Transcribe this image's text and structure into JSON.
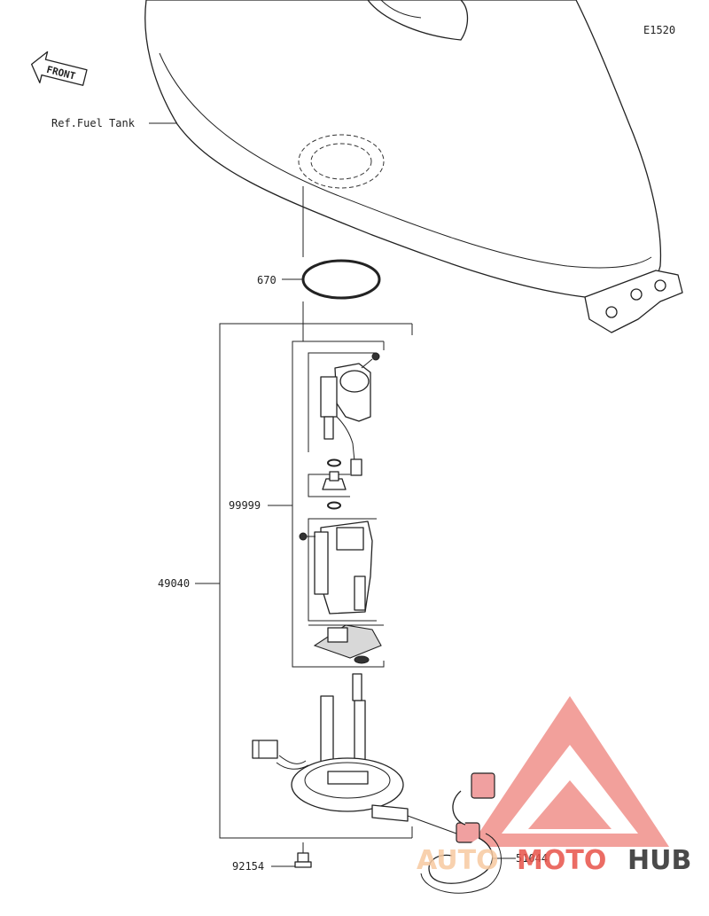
{
  "diagram_code": "E1520",
  "front_label": "FRONT",
  "ref_label": "Ref.Fuel Tank",
  "parts": {
    "oring": "670",
    "pump_assembly": "49040",
    "pump_subassembly": "99999",
    "bolt": "92154",
    "hose": "51044"
  },
  "watermark": {
    "part1": "AUTO",
    "part2": "MOTO",
    "part3": "HUB",
    "color1": "#f7c9a0",
    "color2": "#e8534a",
    "color3": "#2b2b2b"
  }
}
